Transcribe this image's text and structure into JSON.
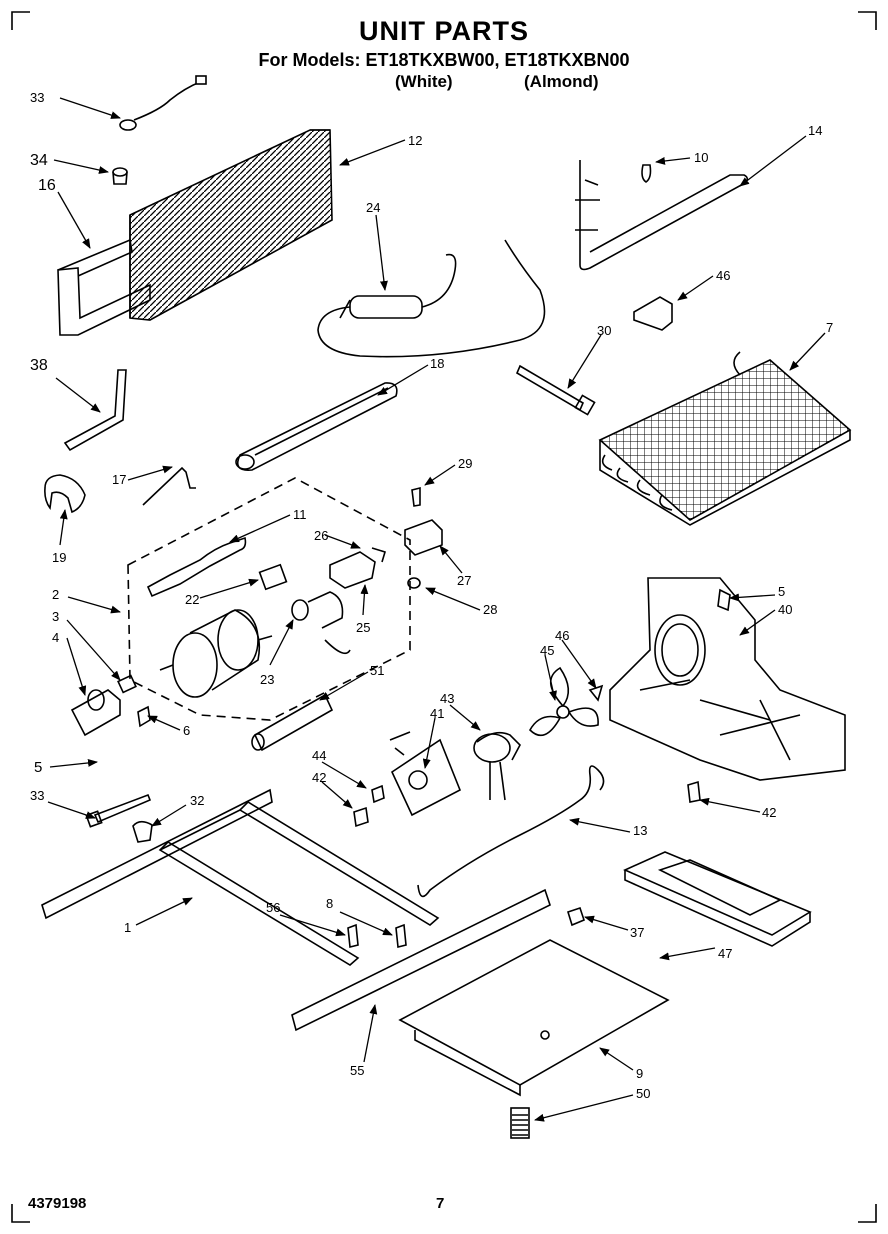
{
  "header": {
    "title": "UNIT PARTS",
    "models_line": "For Models: ET18TKXBW00, ET18TKXBN00",
    "color_white": "(White)",
    "color_almond": "(Almond)"
  },
  "footer": {
    "doc_number": "4379198",
    "page_number": "7"
  },
  "callouts": [
    {
      "id": "c33a",
      "label": "33"
    },
    {
      "id": "c12",
      "label": "12"
    },
    {
      "id": "c34",
      "label": "34"
    },
    {
      "id": "c16",
      "label": "16"
    },
    {
      "id": "c24",
      "label": "24"
    },
    {
      "id": "c10",
      "label": "10"
    },
    {
      "id": "c14",
      "label": "14"
    },
    {
      "id": "c46a",
      "label": "46"
    },
    {
      "id": "c30",
      "label": "30"
    },
    {
      "id": "c7",
      "label": "7"
    },
    {
      "id": "c38",
      "label": "38"
    },
    {
      "id": "c18",
      "label": "18"
    },
    {
      "id": "c17",
      "label": "17"
    },
    {
      "id": "c19",
      "label": "19"
    },
    {
      "id": "c11",
      "label": "11"
    },
    {
      "id": "c26",
      "label": "26"
    },
    {
      "id": "c28",
      "label": "28"
    },
    {
      "id": "c27",
      "label": "27"
    },
    {
      "id": "c29",
      "label": "29"
    },
    {
      "id": "c2",
      "label": "2"
    },
    {
      "id": "c22",
      "label": "22"
    },
    {
      "id": "c25",
      "label": "25"
    },
    {
      "id": "c3",
      "label": "3"
    },
    {
      "id": "c4",
      "label": "4"
    },
    {
      "id": "c23",
      "label": "23"
    },
    {
      "id": "c6",
      "label": "6"
    },
    {
      "id": "c51",
      "label": "51"
    },
    {
      "id": "c5a",
      "label": "5"
    },
    {
      "id": "c40",
      "label": "40"
    },
    {
      "id": "c46b",
      "label": "46"
    },
    {
      "id": "c45",
      "label": "45"
    },
    {
      "id": "c43",
      "label": "43"
    },
    {
      "id": "c41",
      "label": "41"
    },
    {
      "id": "c44",
      "label": "44"
    },
    {
      "id": "c42a",
      "label": "42"
    },
    {
      "id": "c5b",
      "label": "5"
    },
    {
      "id": "c33b",
      "label": "33"
    },
    {
      "id": "c32",
      "label": "32"
    },
    {
      "id": "c13",
      "label": "13"
    },
    {
      "id": "c42b",
      "label": "42"
    },
    {
      "id": "c1",
      "label": "1"
    },
    {
      "id": "c56",
      "label": "56"
    },
    {
      "id": "c8",
      "label": "8"
    },
    {
      "id": "c37",
      "label": "37"
    },
    {
      "id": "c47",
      "label": "47"
    },
    {
      "id": "c55",
      "label": "55"
    },
    {
      "id": "c9",
      "label": "9"
    },
    {
      "id": "c50",
      "label": "50"
    }
  ]
}
